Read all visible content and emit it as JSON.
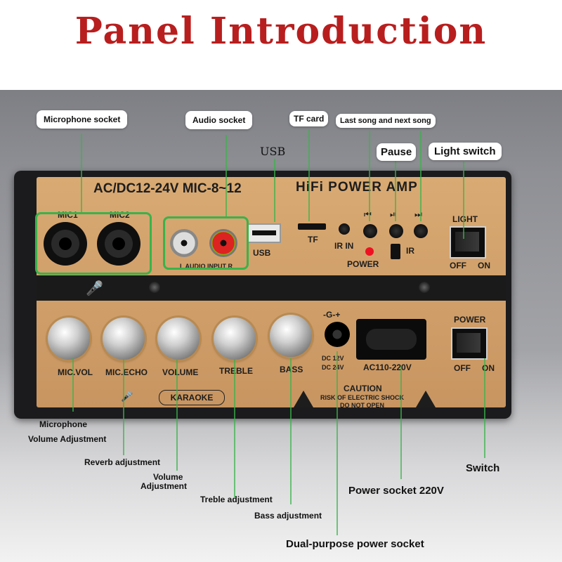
{
  "title": "Panel Introduction",
  "panel": {
    "model": "AC/DC12-24V MIC-8~12",
    "brand": "HiFi POWER AMP",
    "mic1": "MIC1",
    "mic2": "MIC2",
    "audio_input": "L AUDIO INPUT R",
    "usb": "USB",
    "tf": "TF",
    "ir_in": "IR IN",
    "power_led": "POWER",
    "ir": "IR",
    "light": "LIGHT",
    "off": "OFF",
    "on": "ON",
    "power": "POWER",
    "knobs": [
      "MIC.VOL",
      "MIC.ECHO",
      "VOLUME",
      "TREBLE",
      "BASS"
    ],
    "dc_a": "DC 12V",
    "dc_b": "DC 24V",
    "ac": "AC110-220V",
    "karaoke": "KARAOKE",
    "caution_title": "CAUTION",
    "caution_1": "RISK OF ELECTRIC SHOCK",
    "caution_2": "DO NOT OPEN",
    "dc_symbol": "-G-+"
  },
  "callouts": {
    "microphone_socket": "Microphone socket",
    "audio_socket": "Audio socket",
    "usb": "USB",
    "tf_card": "TF card",
    "last_next": "Last song and next song",
    "pause": "Pause",
    "light_switch": "Light switch",
    "mic_vol_1": "Microphone",
    "mic_vol_2": "Volume Adjustment",
    "reverb": "Reverb adjustment",
    "volume_1": "Volume",
    "volume_2": "Adjustment",
    "treble": "Treble adjustment",
    "bass": "Bass adjustment",
    "dual_power": "Dual-purpose power socket",
    "power_220": "Power socket 220V",
    "switch": "Switch"
  },
  "colors": {
    "title": "#b81e1e",
    "line": "#39b34a",
    "plate": "#d9aa73"
  }
}
